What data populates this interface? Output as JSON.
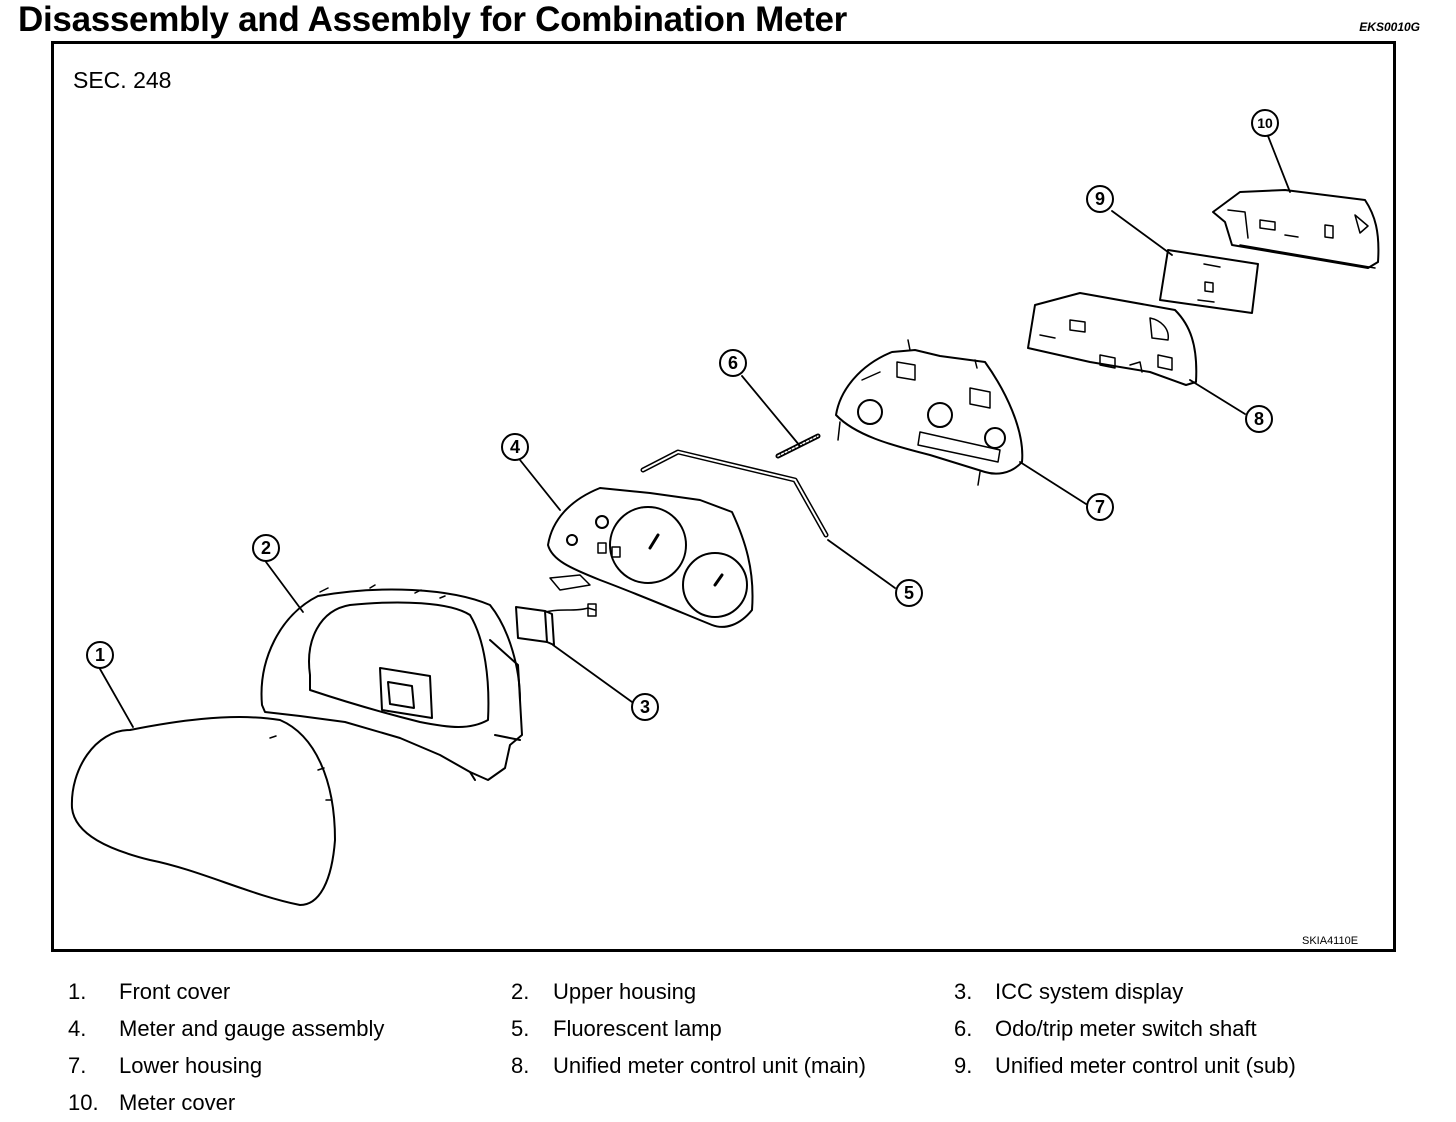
{
  "header": {
    "title": "Disassembly and Assembly for Combination Meter",
    "doc_code": "EKS0010G"
  },
  "figure": {
    "section": "SEC. 248",
    "figure_code": "SKIA4110E",
    "callouts": [
      "1",
      "2",
      "3",
      "4",
      "5",
      "6",
      "7",
      "8",
      "9",
      "10"
    ]
  },
  "legend": [
    {
      "num": "1.",
      "label": "Front cover"
    },
    {
      "num": "2.",
      "label": "Upper housing"
    },
    {
      "num": "3.",
      "label": "ICC system display"
    },
    {
      "num": "4.",
      "label": "Meter and gauge assembly"
    },
    {
      "num": "5.",
      "label": "Fluorescent lamp"
    },
    {
      "num": "6.",
      "label": "Odo/trip meter switch shaft"
    },
    {
      "num": "7.",
      "label": "Lower housing"
    },
    {
      "num": "8.",
      "label": "Unified meter control unit (main)"
    },
    {
      "num": "9.",
      "label": "Unified meter control unit (sub)"
    },
    {
      "num": "10.",
      "label": "Meter cover"
    }
  ]
}
